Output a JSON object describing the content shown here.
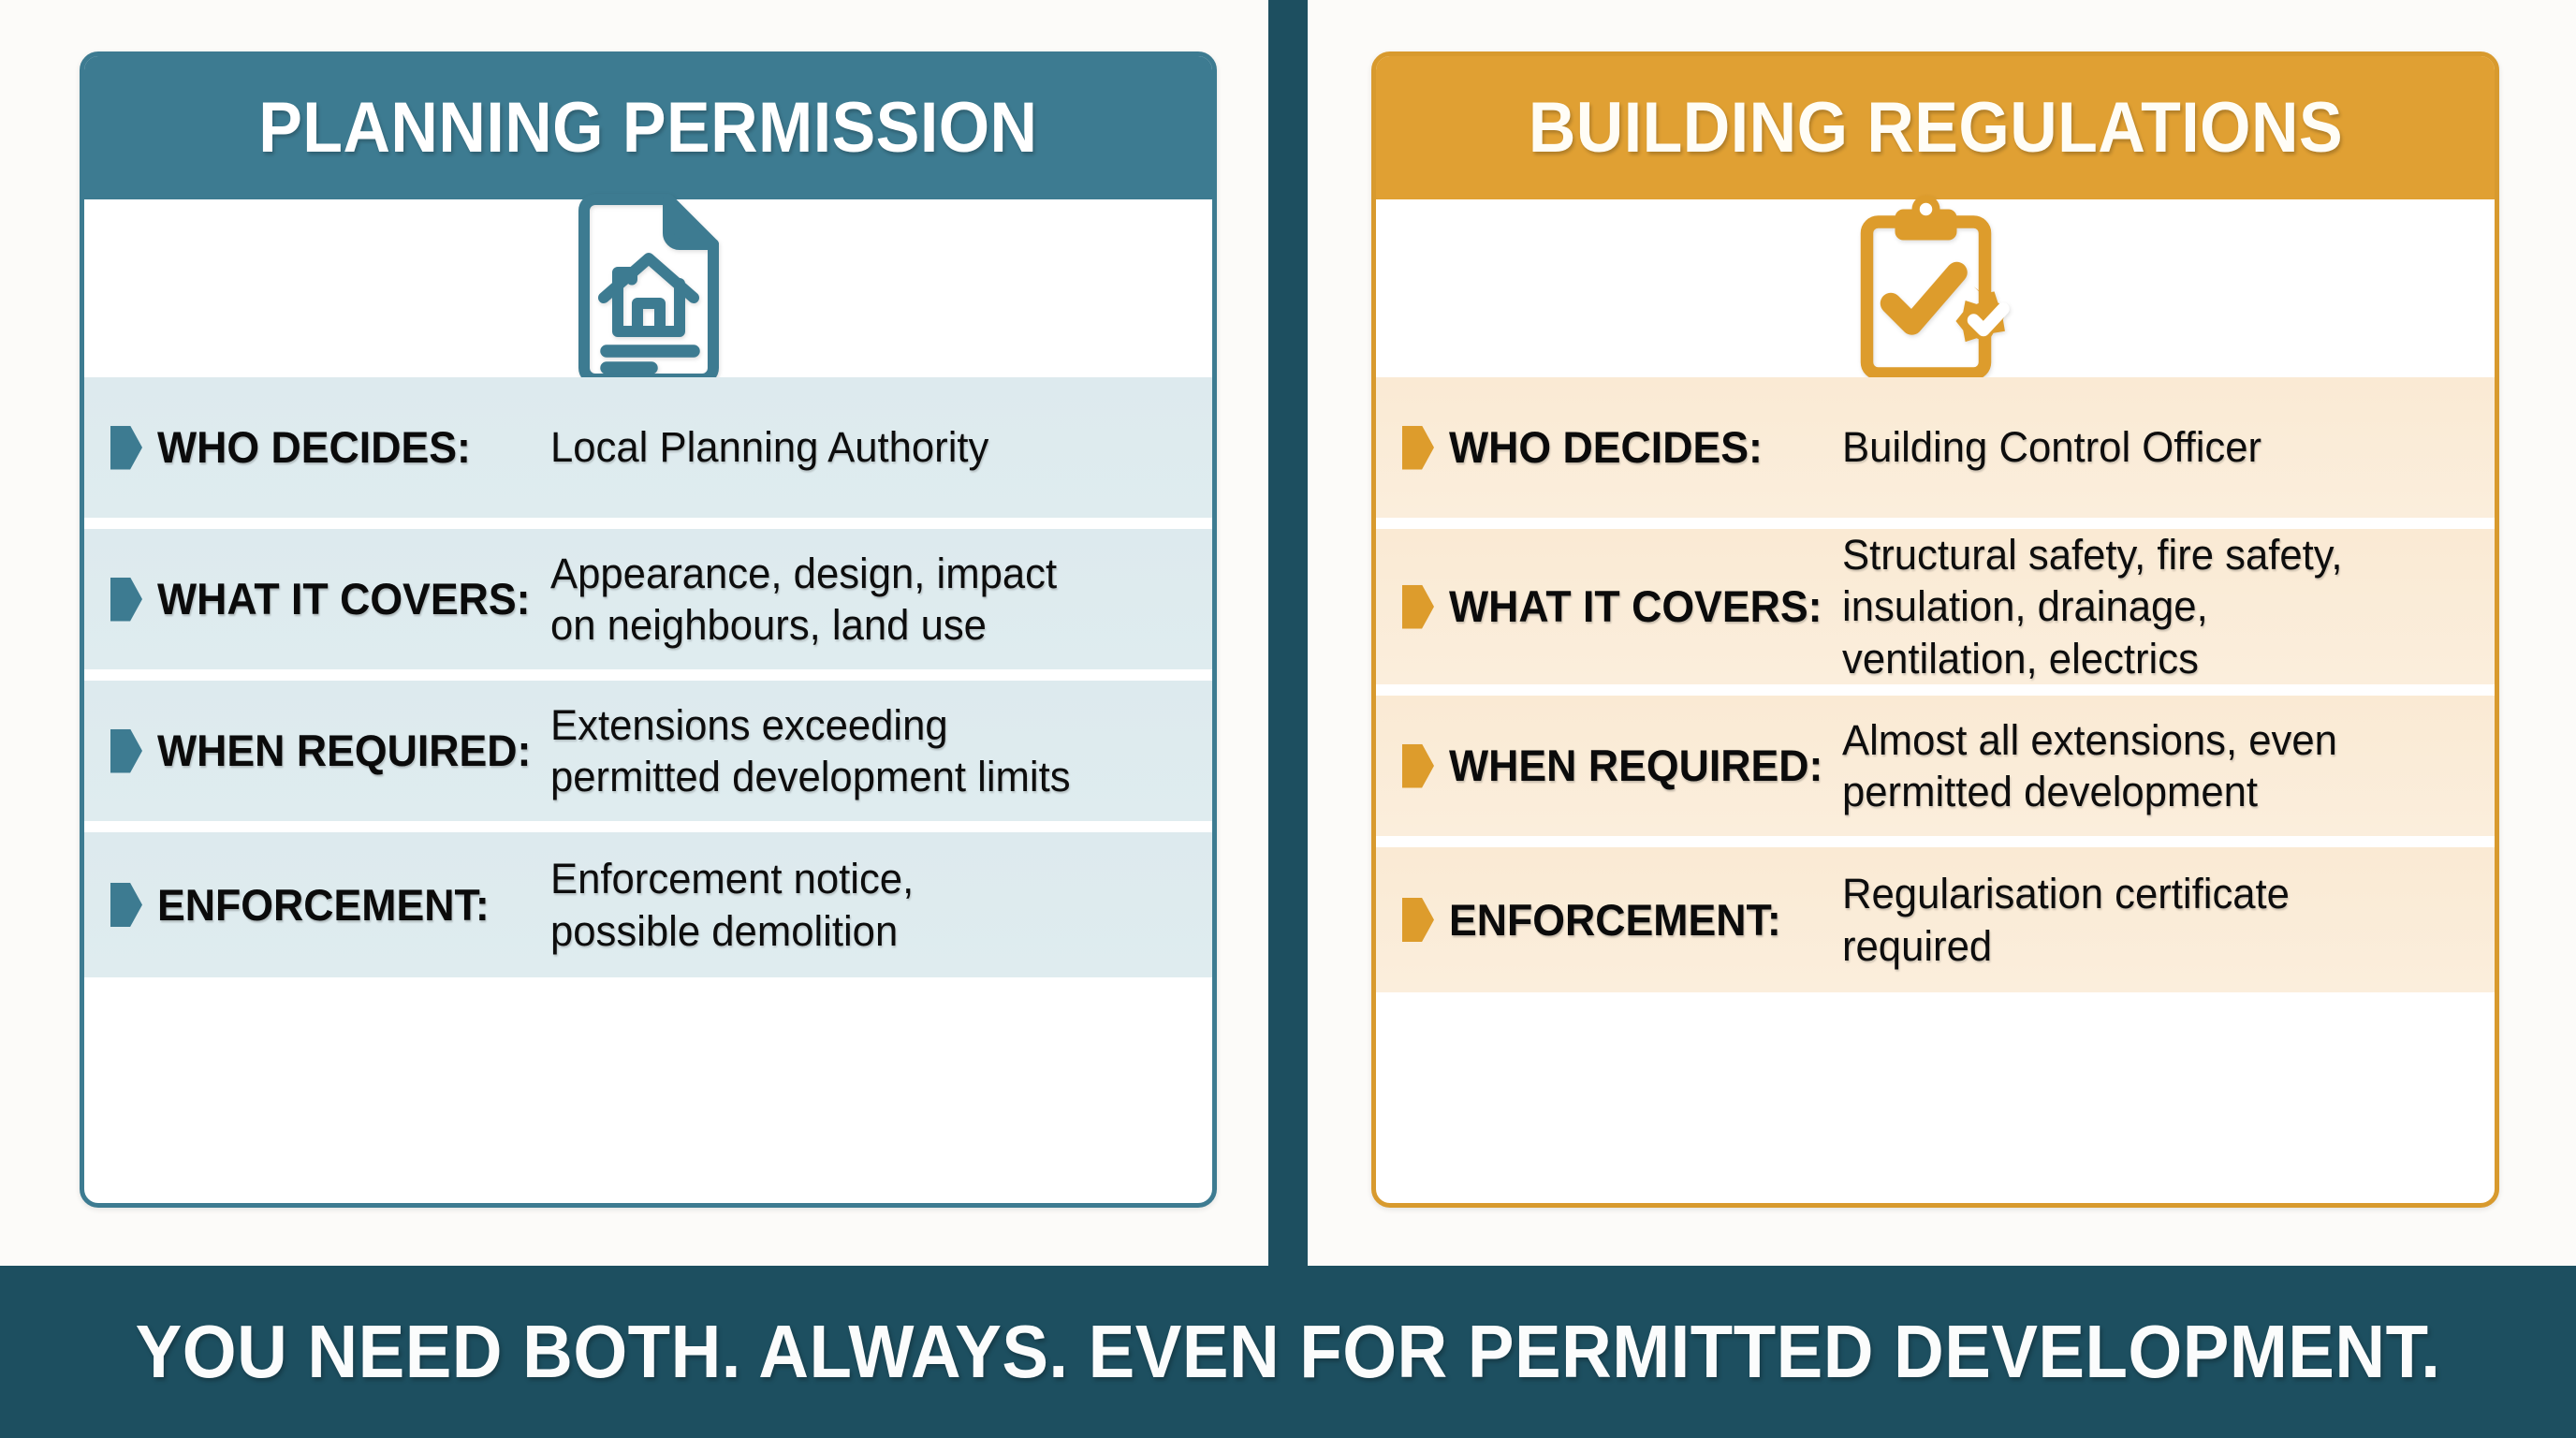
{
  "theme": {
    "page_background": "#FCFBF9",
    "planning_accent": "#3D7B91",
    "planning_row_bg": "#DDEAEE",
    "building_accent": "#E0A033",
    "building_row_bg": "#FAEAD4",
    "banner_bg": "#1D4F60",
    "banner_text_color": "#FBFCFC"
  },
  "cards": {
    "planning": {
      "title": "PLANNING PERMISSION",
      "icon": "document-with-house-icon",
      "rows": [
        {
          "label": "WHO DECIDES:",
          "value": "Local Planning Authority"
        },
        {
          "label": "WHAT IT COVERS:",
          "value": "Appearance, design, impact\non neighbours, land use"
        },
        {
          "label": "WHEN REQUIRED:",
          "value": "Extensions exceeding\npermitted development limits"
        },
        {
          "label": "ENFORCEMENT:",
          "value": "Enforcement notice,\npossible demolition"
        }
      ]
    },
    "building": {
      "title": "BUILDING REGULATIONS",
      "icon": "clipboard-check-badge-icon",
      "rows": [
        {
          "label": "WHO DECIDES:",
          "value": "Building Control Officer"
        },
        {
          "label": "WHAT IT COVERS:",
          "value": "Structural safety, fire safety,\ninsulation, drainage,\nventilation, electrics"
        },
        {
          "label": "WHEN REQUIRED:",
          "value": "Almost all extensions, even\npermitted development"
        },
        {
          "label": "ENFORCEMENT:",
          "value": "Regularisation certificate\nrequired"
        }
      ]
    }
  },
  "banner": {
    "text": "YOU NEED BOTH. ALWAYS. EVEN FOR PERMITTED DEVELOPMENT."
  }
}
